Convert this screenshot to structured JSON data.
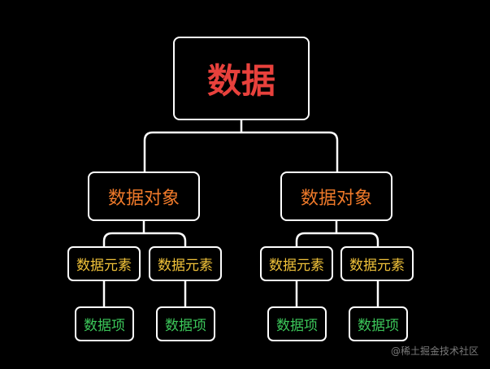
{
  "colors": {
    "root_text": "#e8413c",
    "object_text": "#f07a2a",
    "element_text": "#f0c23a",
    "item_text": "#3cc85a",
    "line": "#ffffff"
  },
  "root": {
    "label": "数据"
  },
  "objects": [
    {
      "label": "数据对象",
      "elements": [
        {
          "label": "数据元素",
          "item": "数据项"
        },
        {
          "label": "数据元素",
          "item": "数据项"
        }
      ]
    },
    {
      "label": "数据对象",
      "elements": [
        {
          "label": "数据元素",
          "item": "数据项"
        },
        {
          "label": "数据元素",
          "item": "数据项"
        }
      ]
    }
  ],
  "watermark": "@稀土掘金技术社区"
}
